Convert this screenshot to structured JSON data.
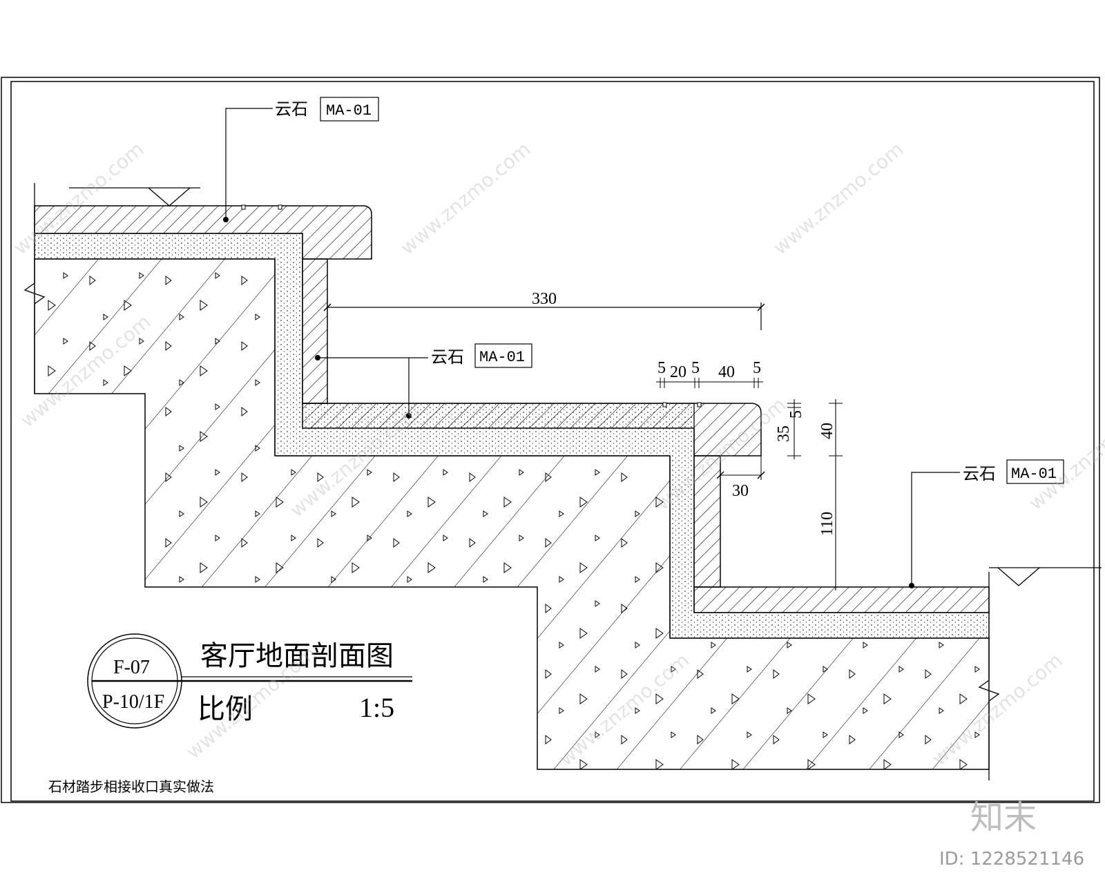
{
  "drawing": {
    "title": "客厅地面剖面图",
    "scale_label": "比例",
    "scale_value": "1:5",
    "ref_top": "F-07",
    "ref_bottom": "P-10/1F",
    "note": "石材踏步相接收口真实做法"
  },
  "labels": [
    {
      "material": "云石",
      "code": "MA-01"
    },
    {
      "material": "云石",
      "code": "MA-01"
    },
    {
      "material": "云石",
      "code": "MA-01"
    }
  ],
  "dimensions": {
    "tread": "330",
    "groove_5a": "5",
    "groove_20": "20",
    "groove_5b": "5",
    "groove_40": "40",
    "groove_5c": "5",
    "v_5": "5",
    "v_35": "35",
    "v_40": "40",
    "v_110": "110",
    "h_30": "30"
  },
  "watermark": {
    "url": "www.znzmo.com",
    "brand": "知末",
    "id": "ID: 1228521146"
  },
  "colors": {
    "line": "#000000",
    "watermark": "#b0b0b0"
  }
}
